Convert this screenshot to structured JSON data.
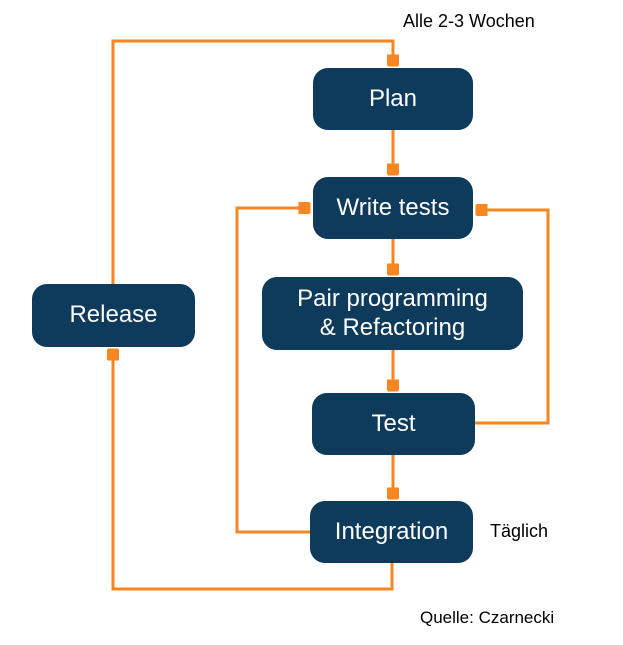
{
  "diagram": {
    "nodes": [
      {
        "id": "plan",
        "label": "Plan"
      },
      {
        "id": "write-tests",
        "label": "Write tests"
      },
      {
        "id": "pair-programming",
        "label": "Pair programming\n& Refactoring"
      },
      {
        "id": "test",
        "label": "Test"
      },
      {
        "id": "integration",
        "label": "Integration"
      },
      {
        "id": "release",
        "label": "Release"
      }
    ],
    "edges": [
      {
        "from": "plan",
        "to": "write-tests"
      },
      {
        "from": "write-tests",
        "to": "pair-programming"
      },
      {
        "from": "pair-programming",
        "to": "test"
      },
      {
        "from": "test",
        "to": "integration"
      },
      {
        "from": "release",
        "to": "plan"
      },
      {
        "from": "test",
        "to": "write-tests"
      },
      {
        "from": "integration",
        "to": "write-tests"
      },
      {
        "from": "integration",
        "to": "release"
      }
    ],
    "annotations": {
      "iteration_interval": "Alle 2-3 Wochen",
      "daily": "Täglich",
      "source": "Quelle: Czarnecki"
    }
  },
  "colors": {
    "background": "#FFFFFF",
    "node_fill": "#0E3A5C",
    "node_text": "#FFFFFF",
    "arrow": "#F6861F",
    "annotation_text": "#000000"
  }
}
